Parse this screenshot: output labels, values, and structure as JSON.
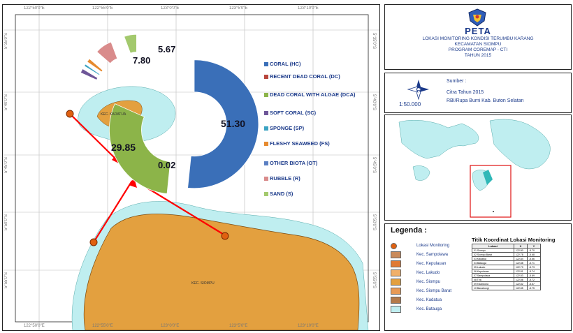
{
  "map": {
    "top_ticks": [
      "122°50'0\"E",
      "122°55'0\"E",
      "123°0'0\"E",
      "123°5'0\"E",
      "123°10'0\"E"
    ],
    "bottom_ticks": [
      "122°50'0\"E",
      "122°55'0\"E",
      "123°0'0\"E",
      "123°5'0\"E",
      "123°10'0\"E"
    ],
    "left_ticks": [
      "5°35'0\"S",
      "5°40'0\"S",
      "5°45'0\"S",
      "5°50'0\"S",
      "5°55'0\"S"
    ],
    "right_ticks": [
      "5°35'0\"S",
      "5°40'0\"S",
      "5°45'0\"S",
      "5°50'0\"S",
      "5°55'0\"S"
    ],
    "main_label": "KEC. SIOMPU",
    "island_label": "KEC. KADATUA",
    "colors": {
      "land": "#e3a03f",
      "reef": "#bfeef0",
      "arrow": "#ff0000",
      "station": "#e06010"
    }
  },
  "chart_data": {
    "type": "pie",
    "title": "",
    "legend_position": "right",
    "categories": [
      "CORAL (HC)",
      "RECENT DEAD CORAL (DC)",
      "DEAD CORAL WITH ALGAE (DCA)",
      "SOFT CORAL (SC)",
      "SPONGE (SP)",
      "FLESHY SEAWEED (FS)",
      "OTHER BIOTA (OT)",
      "RUBBLE (R)",
      "SAND (S)"
    ],
    "values": [
      51.3,
      0.0,
      29.85,
      2.0,
      1.0,
      1.73,
      0.02,
      7.8,
      5.67
    ],
    "value_labels": [
      "51.30",
      "",
      "29.85",
      "",
      "",
      "",
      "0.02",
      "7.80",
      "5.67"
    ],
    "colors": [
      "#3a6fb8",
      "#b8453c",
      "#8cb449",
      "#6e5698",
      "#3aa3c2",
      "#e68a2e",
      "#5a7fc2",
      "#d98b8b",
      "#a3c96d"
    ]
  },
  "title_box": {
    "heading": "PETA",
    "lines": [
      "LOKASI MONITORING KONDISI TERUMBU KARANG",
      "KECAMATAN SIOMPU",
      "PROGRAM COREMAP - CTI",
      "TAHUN 2015"
    ]
  },
  "source_box": {
    "label": "Sumber :",
    "line1": "Citra Tahun 2015",
    "line2": "RBI/Rupa Bumi Kab. Buton Selatan",
    "scale": "1:50.000"
  },
  "legend": {
    "title": "Legenda :",
    "items": [
      {
        "label": "Lokasi Monitoring",
        "color": "#e06010"
      },
      {
        "label": "Kec. Sampolawa",
        "color": "#c98a5a"
      },
      {
        "label": "Kec. Kepulauan",
        "color": "#e07a35"
      },
      {
        "label": "Kec. Lakudo",
        "color": "#f0b06a"
      },
      {
        "label": "Kec. Siompu",
        "color": "#e3a03f"
      },
      {
        "label": "Kec. Siompu Barat",
        "color": "#e89a55"
      },
      {
        "label": "Kec. Kadatua",
        "color": "#b47a4a"
      },
      {
        "label": "Kec. Batauga",
        "color": "#bfeef0"
      }
    ],
    "table_title": "Titik Koordinat Lokasi Monitoring",
    "table_headers": [
      "Lokasi",
      "X",
      "Y"
    ],
    "table_rows": [
      [
        "01 Siompu",
        "122.80",
        "-5.70"
      ],
      [
        "02 Siompu Barat",
        "122.78",
        "-5.68"
      ],
      [
        "03 Kadatua",
        "122.84",
        "-5.66"
      ],
      [
        "04 Batauga",
        "122.88",
        "-5.71"
      ],
      [
        "05 Lakudo",
        "122.79",
        "-5.73"
      ],
      [
        "06 Kepulauan",
        "122.81",
        "-5.74"
      ],
      [
        "07 Sampolawa",
        "122.83",
        "-5.69"
      ],
      [
        "08 Tira",
        "122.86",
        "-5.72"
      ],
      [
        "09 Tolandona",
        "122.82",
        "-5.67"
      ],
      [
        "10 Banabungi",
        "122.85",
        "-5.75"
      ]
    ]
  }
}
